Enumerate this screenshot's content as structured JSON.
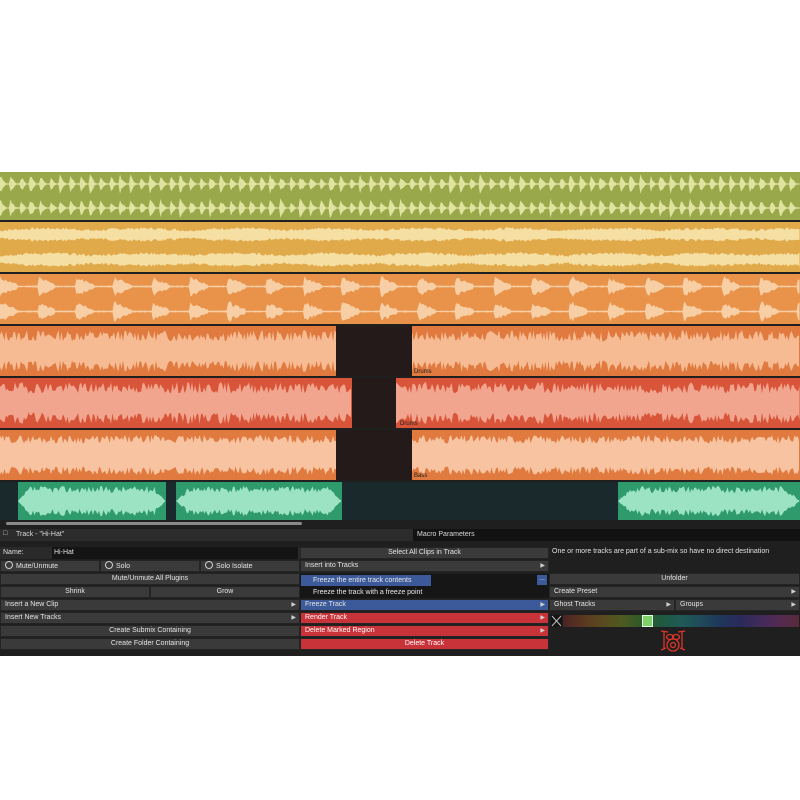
{
  "track_panel": {
    "title": "Track - \"Hi-Hat\"",
    "name_label": "Name:",
    "name_value": "Hi-Hat",
    "mute_label": "Mute/Unmute",
    "solo_label": "Solo",
    "solo_isolate_label": "Solo Isolate",
    "mute_plugins_label": "Mute/Unmute All Plugins",
    "shrink_label": "Shrink",
    "grow_label": "Grow",
    "insert_clip_label": "Insert a New Clip",
    "insert_tracks_label": "Insert New Tracks",
    "create_submix_label": "Create Submix Containing",
    "create_folder_label": "Create Folder Containing"
  },
  "macro_panel": {
    "title": "Macro Parameters"
  },
  "middle": {
    "select_all_label": "Select All Clips in Track",
    "insert_into_label": "Insert into Tracks",
    "freeze_menu": [
      "Freeze the entire track contents",
      "Freeze the track with a freeze point"
    ],
    "freeze_more": "...",
    "freeze_label": "Freeze Track",
    "render_label": "Render Track",
    "delete_region_label": "Delete Marked Region",
    "delete_track_label": "Delete Track"
  },
  "right": {
    "message": "One or more tracks are part of a sub-mix so have no direct destination",
    "unfolder_label": "Unfolder",
    "create_preset_label": "Create Preset",
    "ghost_tracks_label": "Ghost Tracks",
    "groups_label": "Groups",
    "track_icon": "drum-kit-icon",
    "icon_color": "#e0352b"
  },
  "clips": {
    "drums_1": "Drums",
    "drums_2": "Drums",
    "bass": "Bass"
  },
  "colors": {
    "track1": "#9aa84c",
    "track2": "#e0a94a",
    "track3": "#e8924a",
    "track4": "#e07a3e",
    "track5": "#d8553a",
    "track6": "#e07a3e",
    "track7": "#2f9a6c",
    "freeze_blue": "#3c5a9a",
    "delete_red": "#c8333a"
  }
}
